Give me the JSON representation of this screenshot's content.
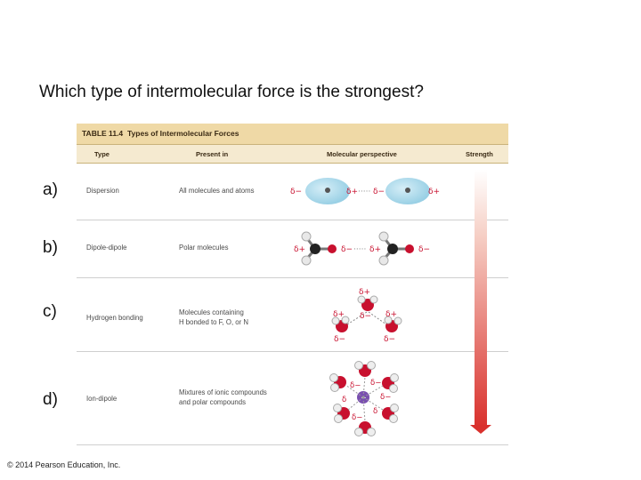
{
  "question": "Which type of intermolecular force is the strongest?",
  "options": [
    "a)",
    "b)",
    "c)",
    "d)"
  ],
  "table": {
    "number": "TABLE 11.4",
    "title": "Types of Intermolecular Forces",
    "headers": [
      "Type",
      "Present in",
      "Molecular perspective",
      "Strength"
    ],
    "rows": [
      {
        "type": "Dispersion",
        "present_in": "All molecules and atoms"
      },
      {
        "type": "Dipole-dipole",
        "present_in": "Polar molecules"
      },
      {
        "type": "Hydrogen bonding",
        "present_in": "Molecules containing\nH bonded to F, O, or N"
      },
      {
        "type": "Ion-dipole",
        "present_in": "Mixtures of ionic compounds\nand polar compounds"
      }
    ]
  },
  "copyright": "© 2014 Pearson Education, Inc.",
  "colors": {
    "title_bar": "#efd9a6",
    "header_bar": "#f5ead0",
    "arrow": "#d9302c",
    "electron_cloud": "#9fd3e6",
    "oxygen": "#c8102e",
    "ion": "#7a4fb0"
  }
}
